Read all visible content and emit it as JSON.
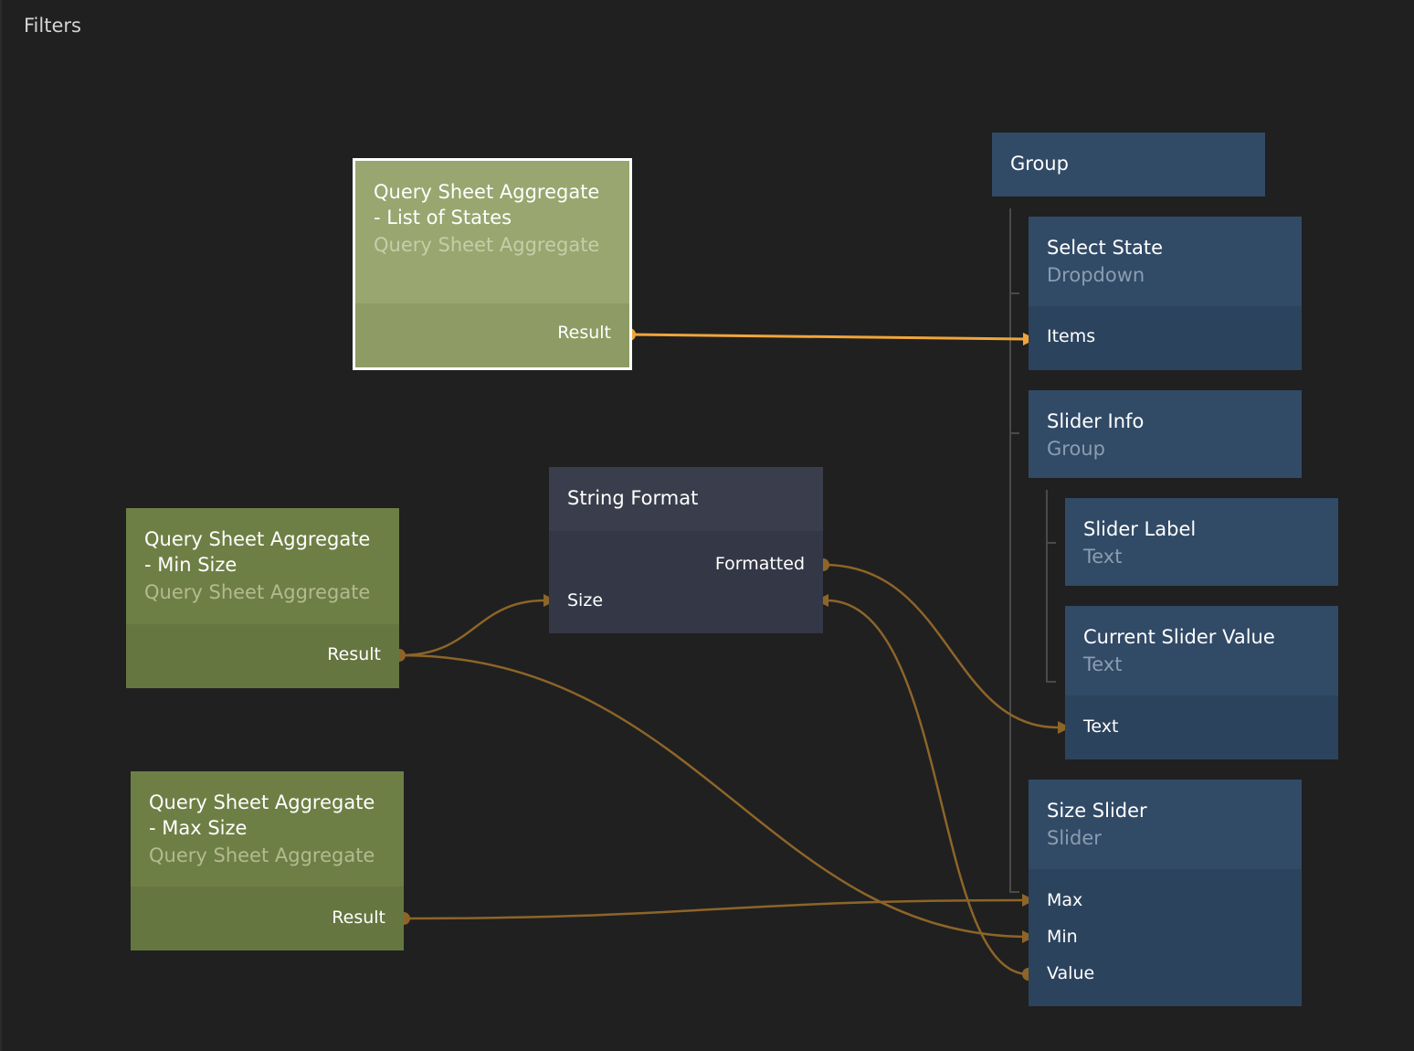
{
  "canvas_title": "Filters",
  "nodes": {
    "qsa_states": {
      "name": "Query Sheet Aggregate - List of States",
      "type": "Query Sheet Aggregate",
      "port_result": "Result"
    },
    "qsa_min": {
      "name": "Query Sheet Aggregate - Min Size",
      "type": "Query Sheet Aggregate",
      "port_result": "Result"
    },
    "qsa_max": {
      "name": "Query Sheet Aggregate - Max Size",
      "type": "Query Sheet Aggregate",
      "port_result": "Result"
    },
    "string_format": {
      "name": "String Format",
      "port_formatted": "Formatted",
      "port_size": "Size"
    },
    "group": {
      "name": "Group"
    },
    "select_state": {
      "name": "Select State",
      "type": "Dropdown",
      "port_items": "Items"
    },
    "slider_info": {
      "name": "Slider Info",
      "type": "Group"
    },
    "slider_label": {
      "name": "Slider Label",
      "type": "Text"
    },
    "current_slider_value": {
      "name": "Current Slider Value",
      "type": "Text",
      "port_text": "Text"
    },
    "size_slider": {
      "name": "Size Slider",
      "type": "Slider",
      "port_max": "Max",
      "port_min": "Min",
      "port_value": "Value"
    }
  },
  "colors": {
    "wire_active": "#f0a53a",
    "wire": "#8d6528",
    "tree_line": "#4a4a4a"
  }
}
